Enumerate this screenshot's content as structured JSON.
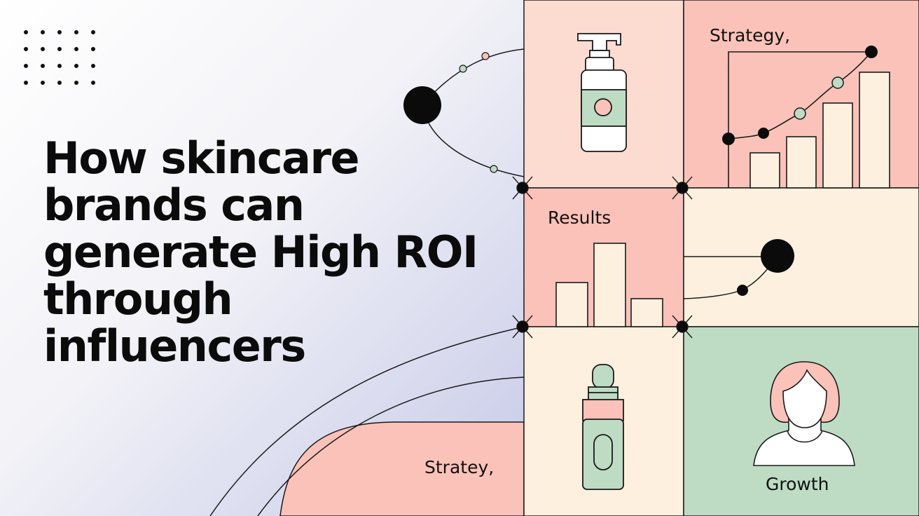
{
  "headline": {
    "lines": [
      "How skincare",
      "brands can",
      "generate High ROI",
      "through",
      "influencers"
    ]
  },
  "labels": {
    "strategy_top": "Strategy,",
    "results": "Results",
    "strategy_bottom": "Stratey,",
    "growth": "Growth"
  },
  "colors": {
    "peach": "#fcdcd0",
    "salmon": "#fbc2b9",
    "cream": "#fdf0de",
    "sage": "#bedcc4",
    "lavender": "#c9ccea",
    "line": "#1a1a1a"
  },
  "icons": [
    "pump-bottle-icon",
    "dropper-bottle-icon",
    "woman-avatar-icon",
    "growth-bar-chart-icon",
    "results-bar-chart-icon"
  ]
}
